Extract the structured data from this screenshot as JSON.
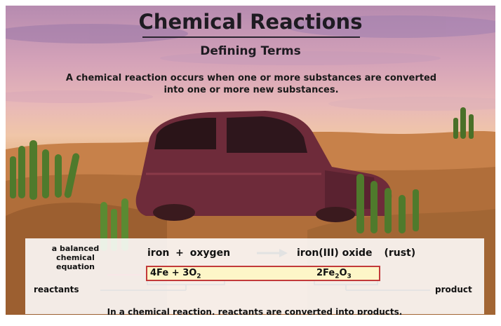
{
  "title": "Chemical Reactions",
  "subtitle": "Defining Terms",
  "definition": {
    "line1": "A chemical reaction occurs when one or more substances are converted",
    "line2": "into one or more new substances."
  },
  "diagram": {
    "label_balanced_1": "a balanced",
    "label_balanced_2": "chemical",
    "label_balanced_3": "equation",
    "word_equation": {
      "reactant1": "iron",
      "plus": "+",
      "reactant2": "oxygen",
      "product": "iron(III) oxide",
      "note": "(rust)"
    },
    "formula": {
      "fe": "4Fe",
      "plus": "+",
      "o2_coeff": "3O",
      "o2_sub": "2",
      "p_fe": "2Fe",
      "p_fe_sub": "2",
      "p_o": "O",
      "p_o_sub": "3"
    },
    "label_reactants": "reactants",
    "label_product": "product",
    "caption": "In a chemical reaction, reactants are converted into products."
  },
  "colors": {
    "box_border": "#c23a3a",
    "box_fill": "#fdf6c8",
    "text": "#111111"
  }
}
